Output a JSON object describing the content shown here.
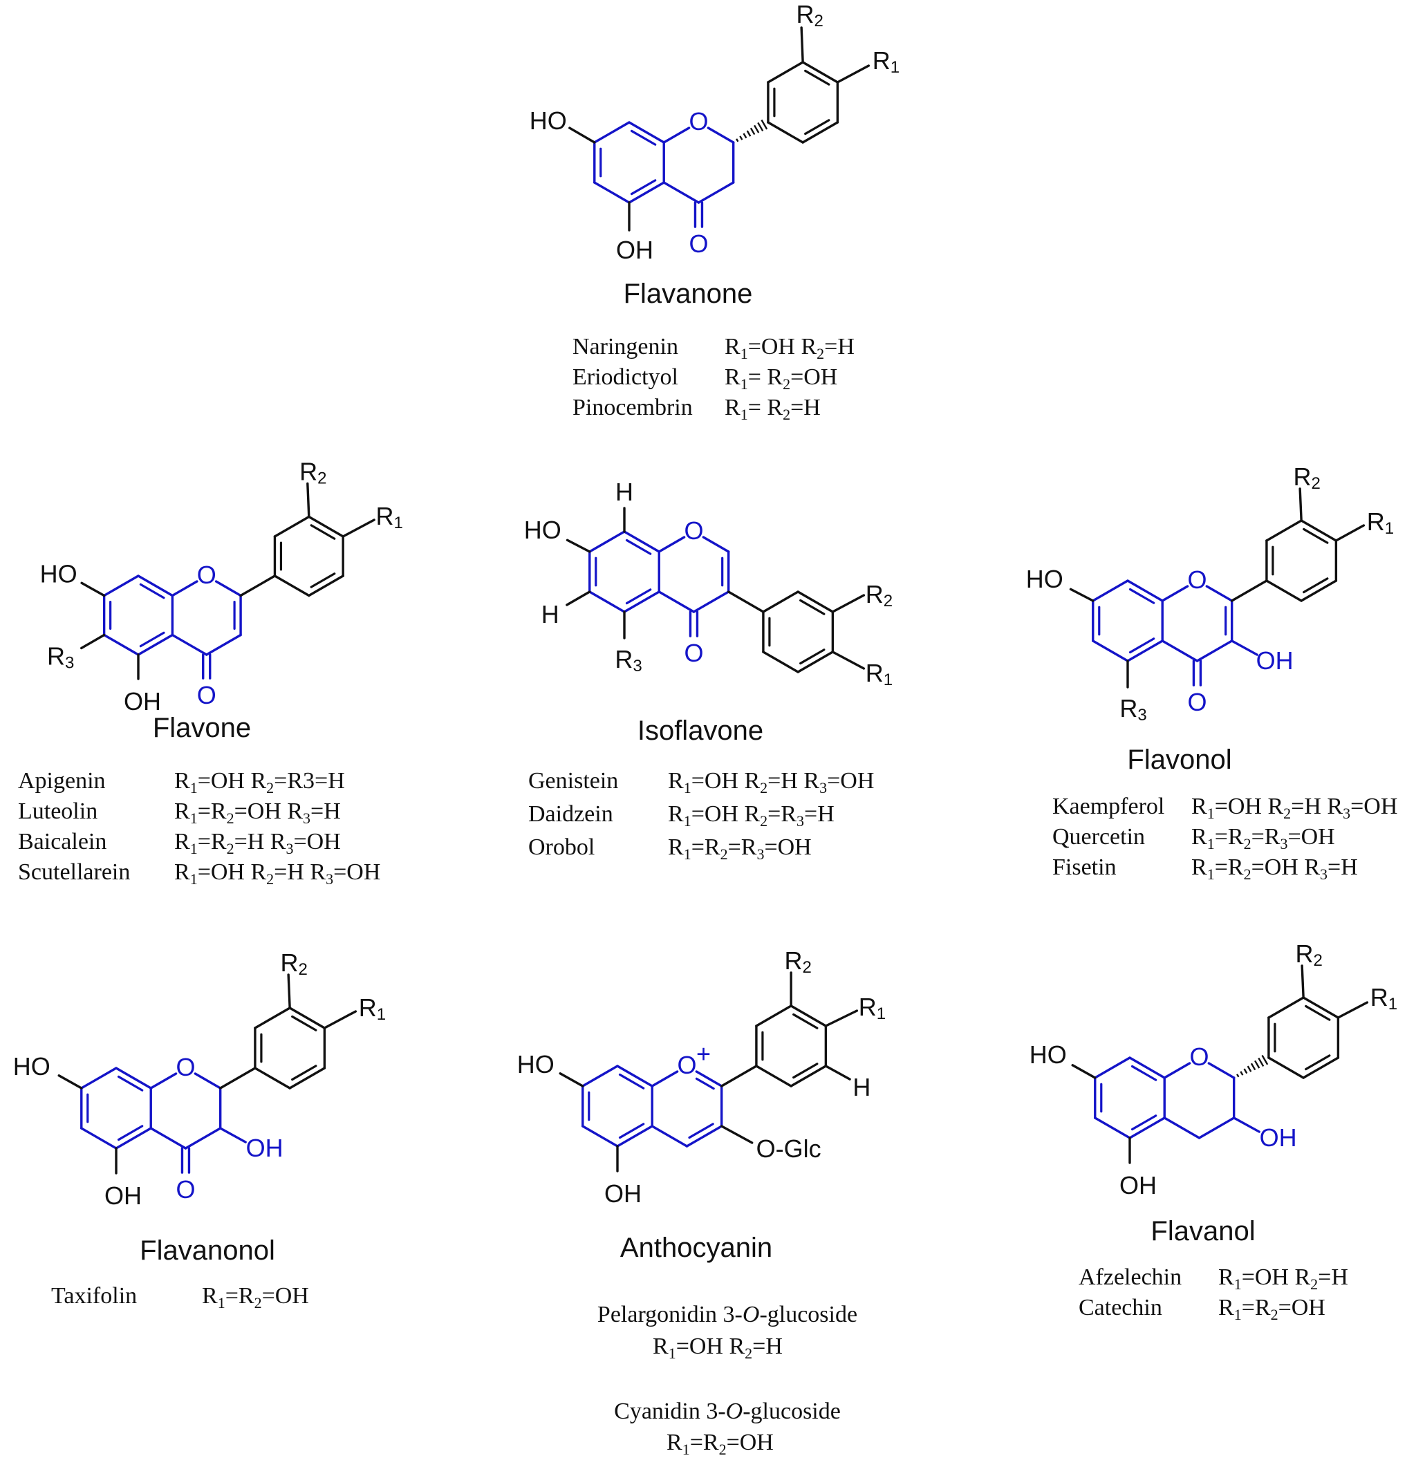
{
  "colors": {
    "ring": "#1414c8",
    "black": "#111111"
  },
  "labels": {
    "R1": "R",
    "R1_sub": "1",
    "R2": "R",
    "R2_sub": "2",
    "R3": "R",
    "R3_sub": "3",
    "OH": "OH",
    "HO": "HO",
    "O": "O",
    "H": "H",
    "O_plus": "+",
    "O_Glc": "O-Glc"
  },
  "compounds": [
    {
      "key": "flavanone",
      "class_name": "Flavanone",
      "members": [
        {
          "name": "Naringenin",
          "rule": [
            [
              "R",
              "1",
              "=OH "
            ],
            [
              "R",
              "2",
              "=H"
            ]
          ]
        },
        {
          "name": "Eriodictyol",
          "rule": [
            [
              "R",
              "1",
              "= "
            ],
            [
              "R",
              "2",
              "=OH"
            ]
          ]
        },
        {
          "name": "Pinocembrin",
          "rule": [
            [
              "R",
              "1",
              "= "
            ],
            [
              "R",
              "2",
              "=H"
            ]
          ]
        }
      ]
    },
    {
      "key": "flavone",
      "class_name": "Flavone",
      "members": [
        {
          "name": "Apigenin",
          "rule": [
            [
              "R",
              "1",
              "=OH "
            ],
            [
              "R",
              "2",
              "=R3=H"
            ]
          ]
        },
        {
          "name": "Luteolin",
          "rule": [
            [
              "R",
              "1",
              "="
            ],
            [
              "R",
              "2",
              "=OH "
            ],
            [
              "R",
              "3",
              "=H"
            ]
          ]
        },
        {
          "name": "Baicalein",
          "rule": [
            [
              "R",
              "1",
              "="
            ],
            [
              "R",
              "2",
              "=H "
            ],
            [
              "R",
              "3",
              "=OH"
            ]
          ]
        },
        {
          "name": "Scutellarein",
          "rule": [
            [
              "R",
              "1",
              "=OH "
            ],
            [
              "R",
              "2",
              "=H "
            ],
            [
              "R",
              "3",
              "=OH"
            ]
          ]
        }
      ]
    },
    {
      "key": "isoflavone",
      "class_name": "Isoflavone",
      "members": [
        {
          "name": "Genistein",
          "rule": [
            [
              "R",
              "1",
              "=OH "
            ],
            [
              "R",
              "2",
              "=H "
            ],
            [
              "R",
              "3",
              "=OH"
            ]
          ]
        },
        {
          "name": "Daidzein",
          "rule": [
            [
              "R",
              "1",
              "=OH "
            ],
            [
              "R",
              "2",
              "="
            ],
            [
              "R",
              "3",
              "=H"
            ]
          ]
        },
        {
          "name": "Orobol",
          "rule": [
            [
              "R",
              "1",
              "="
            ],
            [
              "R",
              "2",
              "="
            ],
            [
              "R",
              "3",
              "=OH"
            ]
          ]
        }
      ]
    },
    {
      "key": "flavonol",
      "class_name": "Flavonol",
      "members": [
        {
          "name": "Kaempferol",
          "rule": [
            [
              "R",
              "1",
              "=OH "
            ],
            [
              "R",
              "2",
              "=H "
            ],
            [
              "R",
              "3",
              "=OH"
            ]
          ]
        },
        {
          "name": "Quercetin",
          "rule": [
            [
              "R",
              "1",
              "="
            ],
            [
              "R",
              "2",
              "="
            ],
            [
              "R",
              "3",
              "=OH"
            ]
          ]
        },
        {
          "name": "Fisetin",
          "rule": [
            [
              "R",
              "1",
              "="
            ],
            [
              "R",
              "2",
              "=OH "
            ],
            [
              "R",
              "3",
              "=H"
            ]
          ]
        }
      ]
    },
    {
      "key": "flavanonol",
      "class_name": "Flavanonol",
      "members": [
        {
          "name": "Taxifolin",
          "rule": [
            [
              "R",
              "1",
              "="
            ],
            [
              "R",
              "2",
              "=OH"
            ]
          ]
        }
      ]
    },
    {
      "key": "anthocyanin",
      "class_name": "Anthocyanin",
      "members": [
        {
          "name_parts": [
            "Pelargonidin  3-",
            "O",
            "-glucoside"
          ],
          "rule": [
            [
              "R",
              "1",
              "=OH "
            ],
            [
              "R",
              "2",
              "=H"
            ]
          ]
        },
        {
          "name_parts": [
            "Cyanidin 3-",
            "O",
            "-glucoside"
          ],
          "rule": [
            [
              "R",
              "1",
              "="
            ],
            [
              "R",
              "2",
              "=OH"
            ]
          ]
        }
      ]
    },
    {
      "key": "flavanol",
      "class_name": "Flavanol",
      "members": [
        {
          "name": "Afzelechin",
          "rule": [
            [
              "R",
              "1",
              "=OH "
            ],
            [
              "R",
              "2",
              "=H"
            ]
          ]
        },
        {
          "name": "Catechin",
          "rule": [
            [
              "R",
              "1",
              "="
            ],
            [
              "R",
              "2",
              "=OH"
            ]
          ]
        }
      ]
    }
  ]
}
